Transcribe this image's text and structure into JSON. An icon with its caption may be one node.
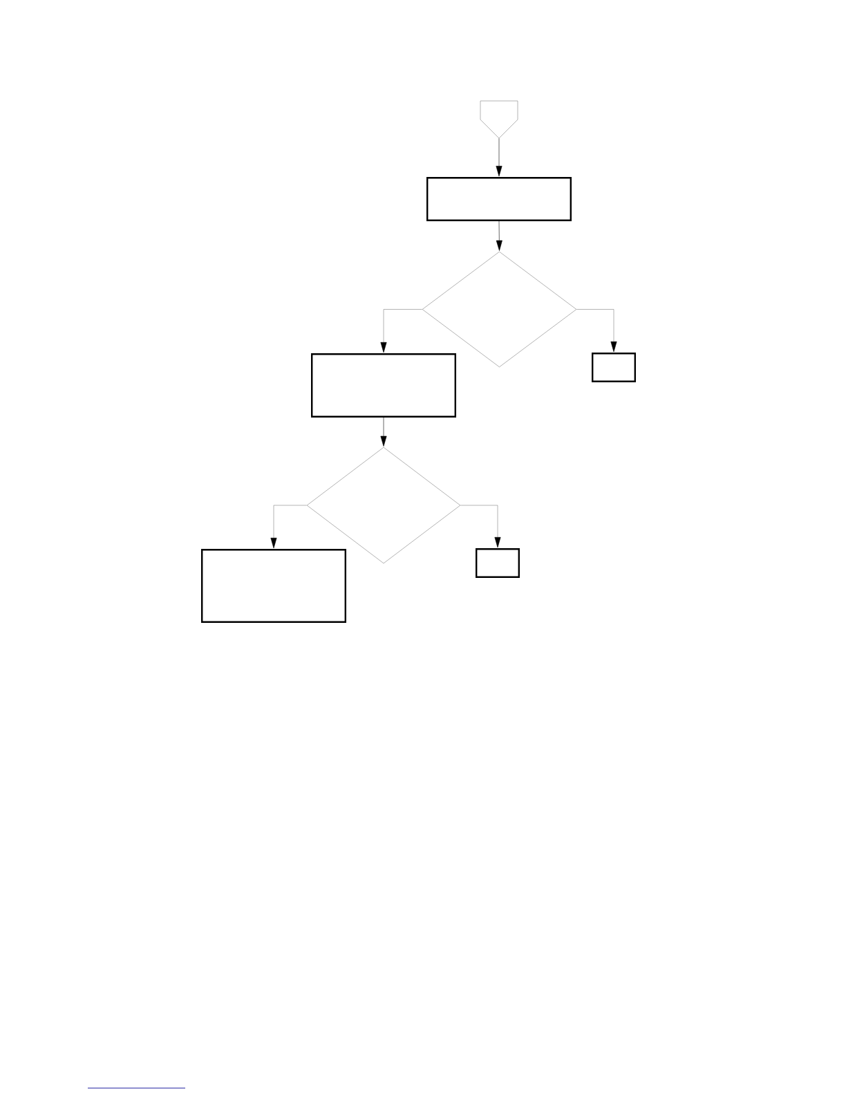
{
  "diagram": {
    "nodes": [
      {
        "text": [],
        "shape": "pentagon"
      },
      {
        "text": [],
        "shape": "box"
      },
      {
        "text": [],
        "shape": "diamond"
      },
      {
        "text": [],
        "shape": "box"
      },
      {
        "text": [],
        "shape": "box"
      },
      {
        "text": [],
        "shape": "diamond"
      },
      {
        "text": [],
        "shape": "box"
      },
      {
        "text": [],
        "shape": "box"
      }
    ],
    "edges": [
      {
        "from": 0,
        "to": 1,
        "arrow": "to",
        "color": "#000000"
      },
      {
        "from": 1,
        "to": 2,
        "arrow": "to",
        "color": "#000000"
      },
      {
        "from": 2,
        "to": 3,
        "arrow": "to"
      },
      {
        "from": 2,
        "to": 4,
        "arrow": "to"
      },
      {
        "from": 3,
        "to": 5,
        "arrow": "to",
        "color": "#000000"
      },
      {
        "from": 5,
        "to": 6,
        "arrow": "to"
      },
      {
        "from": 5,
        "to": 7,
        "arrow": "to"
      }
    ]
  }
}
